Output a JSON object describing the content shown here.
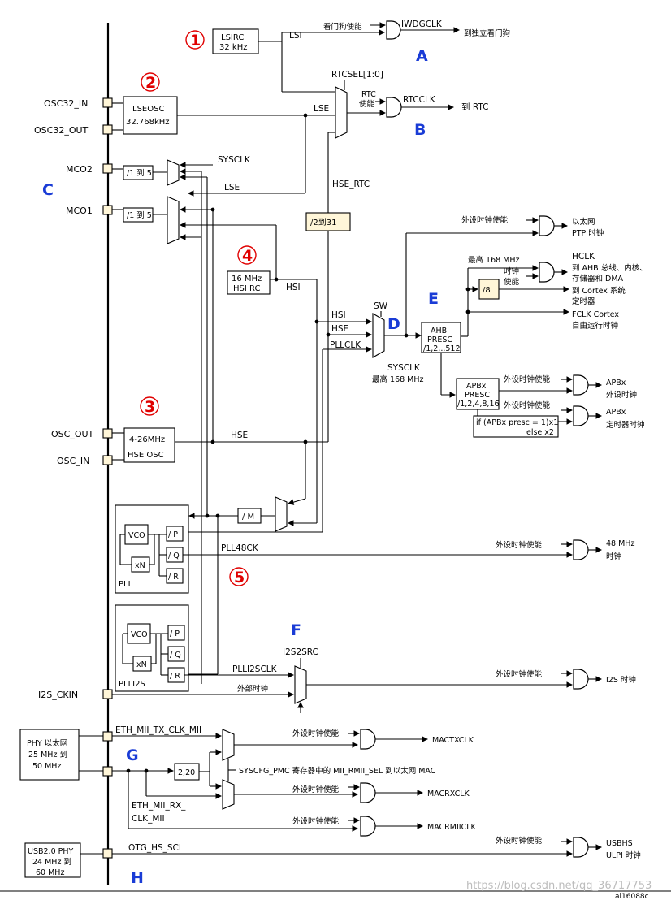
{
  "pins": {
    "osc32_in": "OSC32_IN",
    "osc32_out": "OSC32_OUT",
    "mco2": "MCO2",
    "mco1": "MCO1",
    "osc_out": "OSC_OUT",
    "osc_in": "OSC_IN",
    "i2s_ckin": "I2S_CKIN"
  },
  "markers": {
    "n1": "1",
    "n2": "2",
    "n3": "3",
    "n4": "4",
    "n5": "5",
    "A": "A",
    "B": "B",
    "C": "C",
    "D": "D",
    "E": "E",
    "F": "F",
    "G": "G",
    "H": "H"
  },
  "lsirc": {
    "line1": "LSIRC",
    "line2": "32 kHz",
    "out": "LSI"
  },
  "iwdg": {
    "enable": "看门狗使能",
    "clk": "IWDGCLK",
    "dest": "到独立看门狗"
  },
  "lseosc": {
    "line1": "LSEOSC",
    "line2": "32.768kHz",
    "out": "LSE"
  },
  "rtc": {
    "sel": "RTCSEL[1:0]",
    "en1": "RTC",
    "en2": "使能",
    "clk": "RTCCLK",
    "dest": "到 RTC",
    "hse_rtc": "HSE_RTC",
    "div": "/2到31"
  },
  "mco": {
    "sysclk": "SYSCLK",
    "lse": "LSE",
    "div2": "/1 到 5",
    "div1": "/1 到 5"
  },
  "hsirc": {
    "line1": "16 MHz",
    "line2": "HSI RC",
    "out": "HSI"
  },
  "sysmux": {
    "hsi": "HSI",
    "hse": "HSE",
    "pllclk": "PLLCLK",
    "sw": "SW",
    "sysclk": "SYSCLK",
    "max": "最高 168 MHz"
  },
  "ptp": {
    "enable": "外设时钟使能",
    "dest1": "以太网",
    "dest2": "PTP 时钟"
  },
  "ahb": {
    "line1": "AHB",
    "line2": "PRESC",
    "line3": "/1,2,..512",
    "max": "最高 168 MHz",
    "en1": "时钟",
    "en2": "使能",
    "div8": "/8",
    "hclk": "HCLK",
    "hclk_d1": "到 AHB 总线、内核、",
    "hclk_d2": "存储器和 DMA",
    "cortex1": "到 Cortex 系统",
    "cortex2": "定时器",
    "fclk1": "FCLK Cortex",
    "fclk2": "自由运行时钟"
  },
  "apb": {
    "line1": "APBx",
    "line2": "PRESC",
    "line3": "/1,2,4,8,16",
    "enable1": "外设时钟使能",
    "enable2": "外设时钟使能",
    "out1a": "APBx",
    "out1b": "外设时钟",
    "out2a": "APBx",
    "out2b": "定时器时钟",
    "mul1": "if (APBx presc = 1)x1",
    "mul2": "else x2"
  },
  "hse": {
    "line1": "4-26MHz",
    "line2": "HSE OSC",
    "out": "HSE"
  },
  "pll": {
    "m": "/ M",
    "vco": "VCO",
    "p": "/ P",
    "q": "/ Q",
    "r": "/ R",
    "xn": "xN",
    "name": "PLL",
    "pll48": "PLL48CK",
    "enable": "外设时钟使能",
    "out1": "48 MHz",
    "out2": "时钟"
  },
  "plli2s": {
    "vco": "VCO",
    "p": "/ P",
    "q": "/ Q",
    "r": "/ R",
    "xn": "xN",
    "name": "PLLI2S",
    "out": "PLLI2SCLK",
    "ext": "外部时钟",
    "i2ssrc": "I2S2SRC",
    "enable": "外设时钟使能",
    "dest": "I2S 时钟"
  },
  "eth": {
    "phy1": "PHY 以太网",
    "phy2": "25 MHz 到",
    "phy3": "50 MHz",
    "tx": "ETH_MII_TX_CLK_MII",
    "rx1": "ETH_MII_RX_",
    "rx2": "CLK_MII",
    "div": "2,20",
    "syscfg": "SYSCFG_PMC 寄存器中的 MII_RMII_SEL 到以太网 MAC",
    "en1": "外设时钟使能",
    "en2": "外设时钟使能",
    "en3": "外设时钟使能",
    "mactx": "MACTXCLK",
    "macrx": "MACRXCLK",
    "macrmii": "MACRMIICLK"
  },
  "usb": {
    "phy1": "USB2.0 PHY",
    "phy2": "24 MHz 到",
    "phy3": "60 MHz",
    "clk": "OTG_HS_SCL",
    "enable": "外设时钟使能",
    "dest1": "USBHS",
    "dest2": "ULPI 时钟"
  },
  "footer": {
    "ref": "ai16088c",
    "watermark": "https://blog.csdn.net/qq_36717753"
  }
}
